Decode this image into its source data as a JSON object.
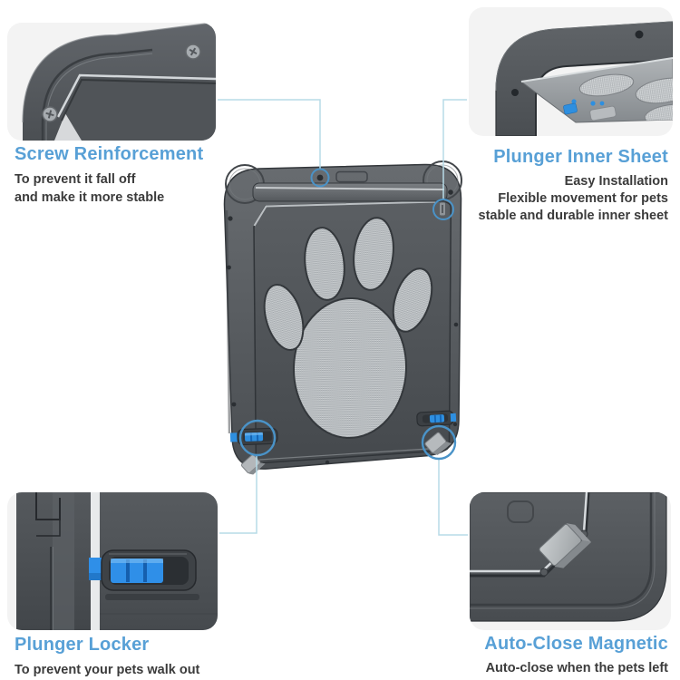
{
  "page": {
    "background": "#ffffff",
    "description": "pet screen door product feature diagram"
  },
  "colors": {
    "accent_blue": "#58a0d6",
    "body_text": "#3b3b3b",
    "leader_line": "#b7dbe7",
    "highlight_circle": "#4a93c8",
    "plunger_blue": "#2e8fe0",
    "inset_background": "#f3f3f3",
    "door_gray": "#53575b",
    "mesh_gray": "#a0a5a9"
  },
  "callouts": {
    "screw_reinforcement": {
      "title": "Screw Reinforcement",
      "lines": [
        "To prevent it fall off",
        "and make it more stable"
      ]
    },
    "plunger_inner_sheet": {
      "title": "Plunger Inner Sheet",
      "lines": [
        "Easy Installation",
        "Flexible movement for pets",
        "stable and durable inner sheet"
      ]
    },
    "plunger_locker": {
      "title": "Plunger Locker",
      "lines": [
        "To prevent your pets walk out"
      ]
    },
    "auto_close_magnetic": {
      "title": "Auto-Close Magnetic",
      "lines": [
        "Auto-close when the pets left"
      ]
    }
  },
  "graphics": {
    "main_product": "pet-screen-door-with-paw-print-mesh",
    "inset_top_left": "corner-screws-closeup",
    "inset_top_right": "inner-sheet-open-closeup",
    "inset_bottom_left": "plunger-lock-slider-closeup",
    "inset_bottom_right": "magnetic-corner-closeup"
  }
}
